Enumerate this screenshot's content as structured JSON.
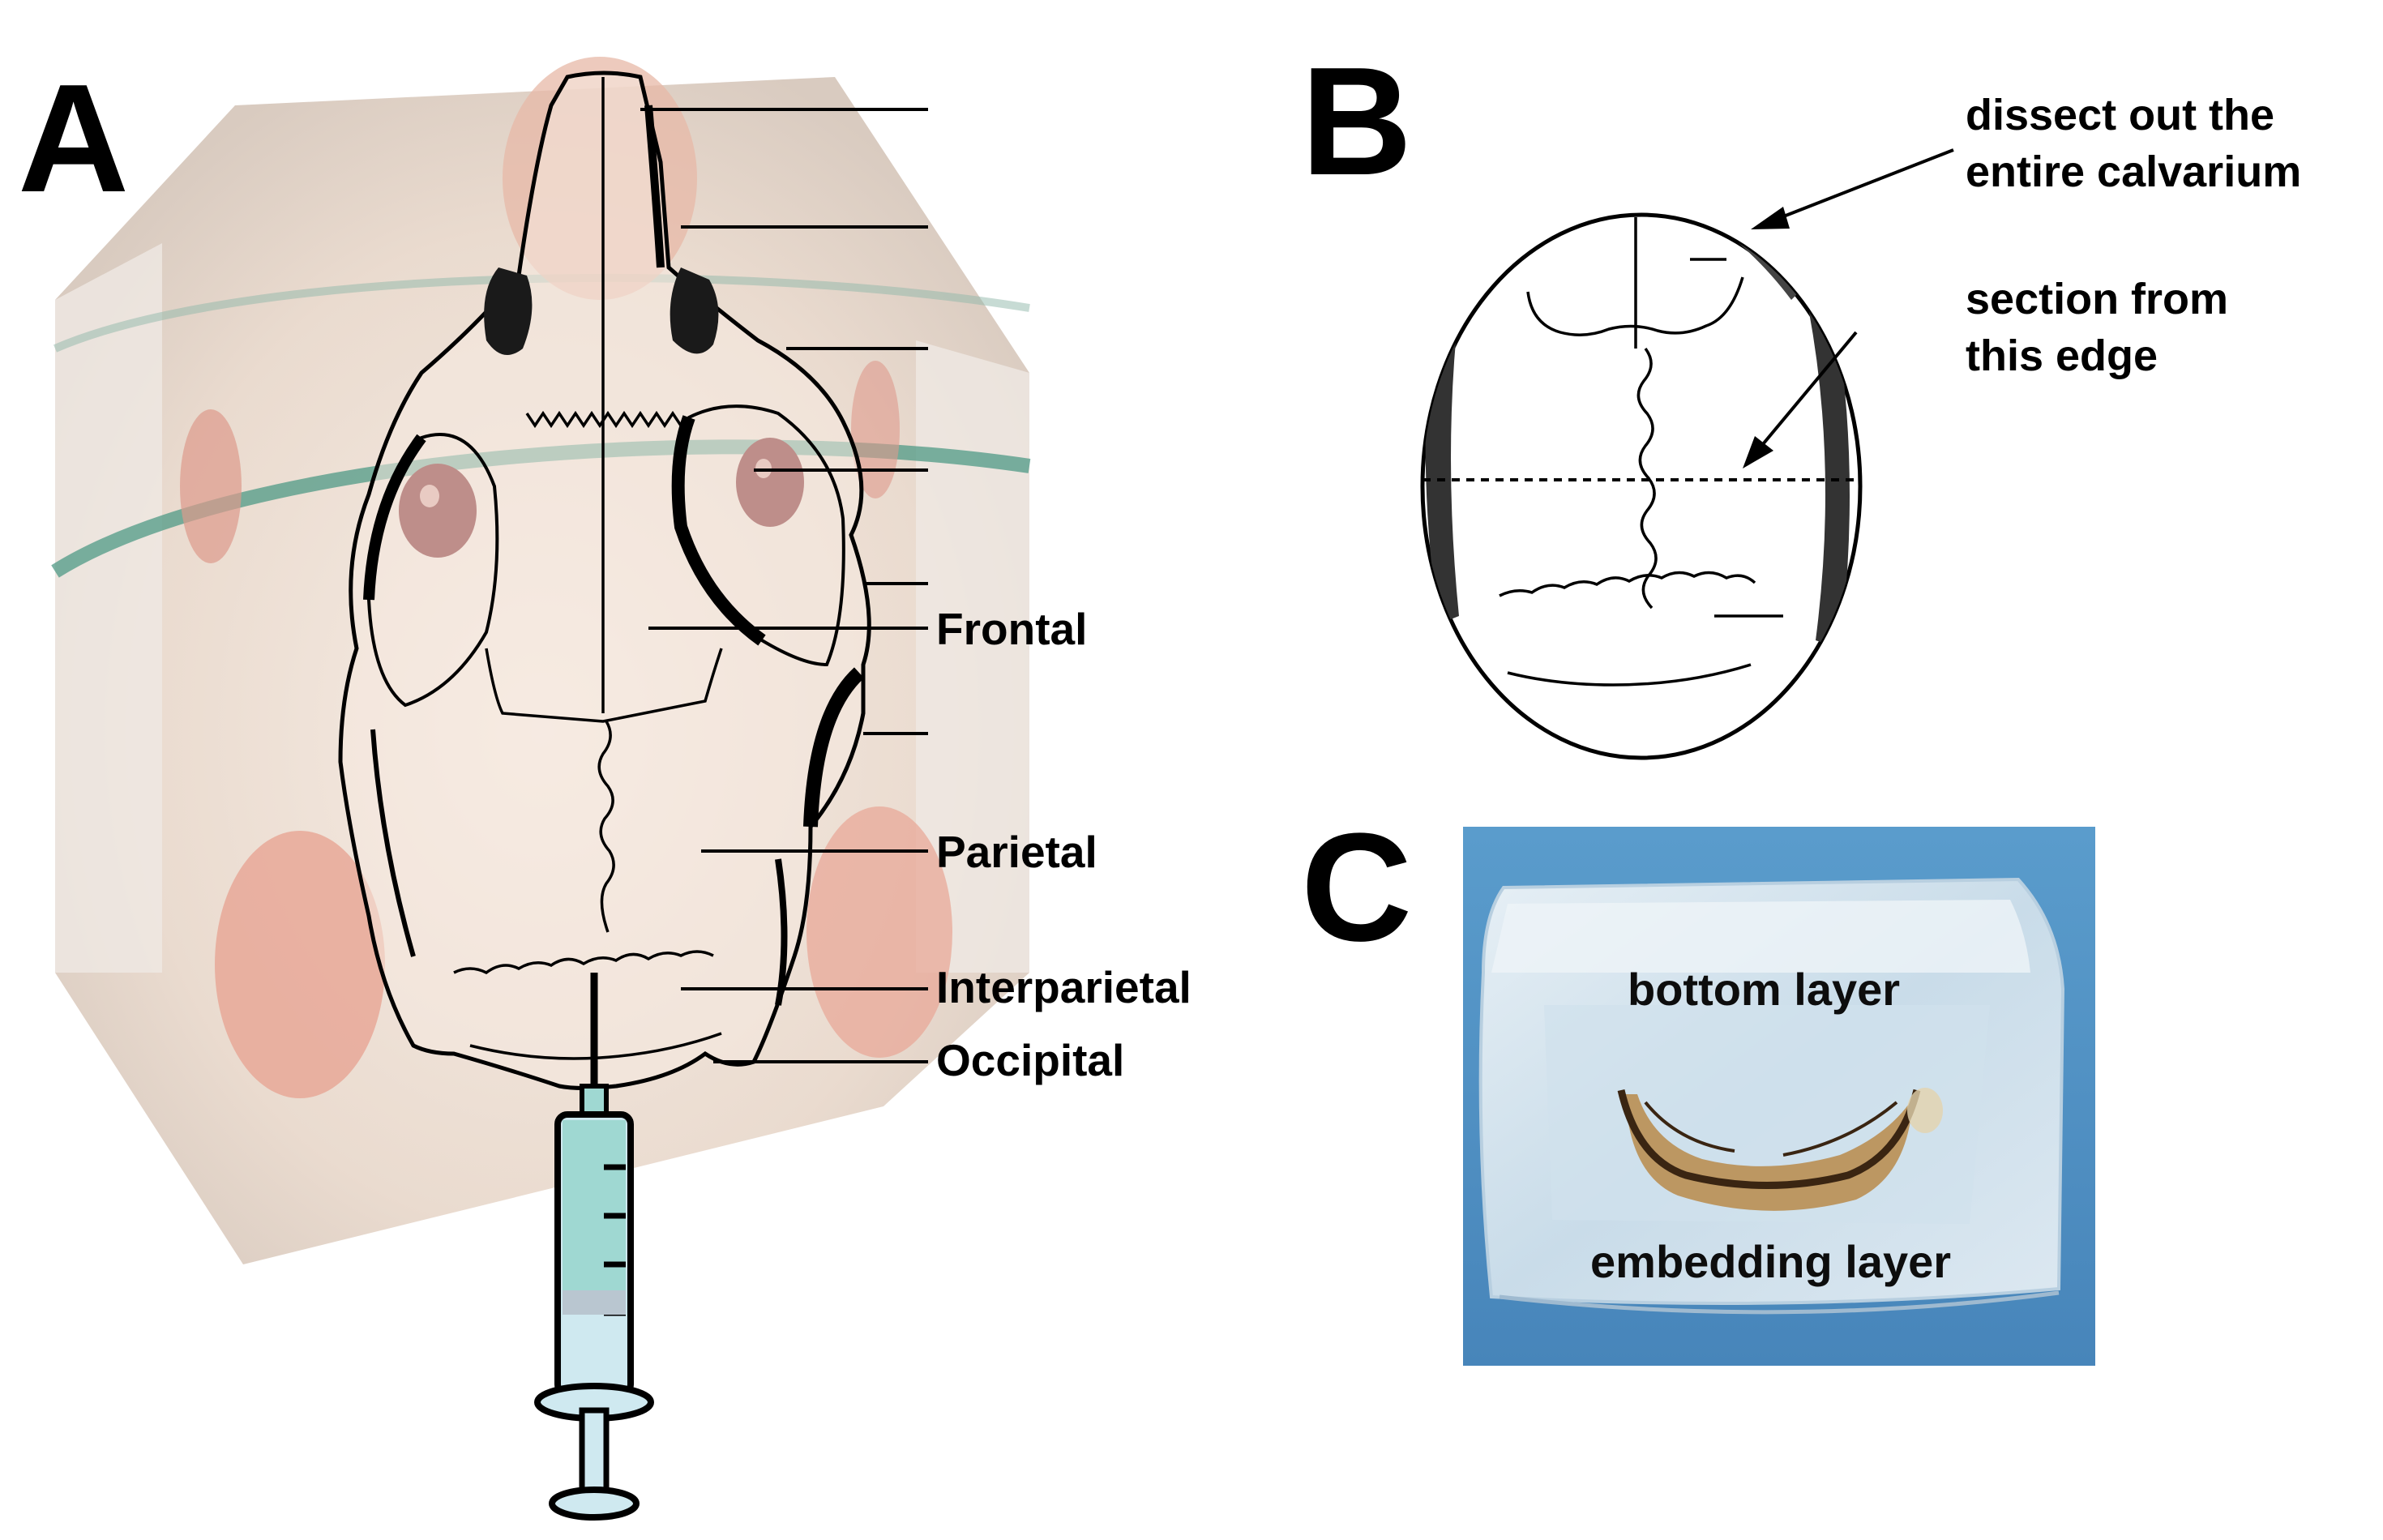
{
  "panels": {
    "a": {
      "letter": "A",
      "labels": [
        "Frontal",
        "Parietal",
        "Interparietal",
        "Occipital"
      ]
    },
    "b": {
      "letter": "B",
      "annotations": [
        "dissect out the",
        "entire calvarium",
        "section from",
        "this edge"
      ]
    },
    "c": {
      "letter": "C",
      "labels": [
        "bottom layer",
        "embedding layer"
      ]
    }
  },
  "colors": {
    "photo_fur": "#efe3da",
    "photo_background": "#f4f1ee",
    "skull_tint": "#f3dcc8",
    "eye": "#7a1f22",
    "ear": "#e8a898",
    "syringe_fluid": "#9fd8d2",
    "syringe_barrel": "#cfe9f0",
    "block_background": "#4f93c7",
    "block_resin": "#d9e7f0",
    "bone_section": "#b98a4a"
  },
  "icons": [
    "syringe-icon"
  ]
}
